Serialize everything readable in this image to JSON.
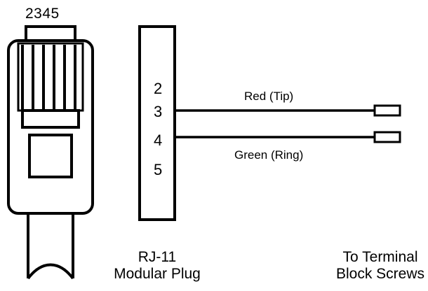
{
  "diagram": {
    "plug_pin_numbers": "2345",
    "block_pins": [
      "2",
      "3",
      "4",
      "5"
    ],
    "wires": [
      {
        "label": "Red (Tip)"
      },
      {
        "label": "Green (Ring)"
      }
    ],
    "caption_plug": {
      "line1": "RJ-11",
      "line2": "Modular Plug"
    },
    "caption_terminal": {
      "line1": "To Terminal",
      "line2": "Block Screws"
    }
  }
}
